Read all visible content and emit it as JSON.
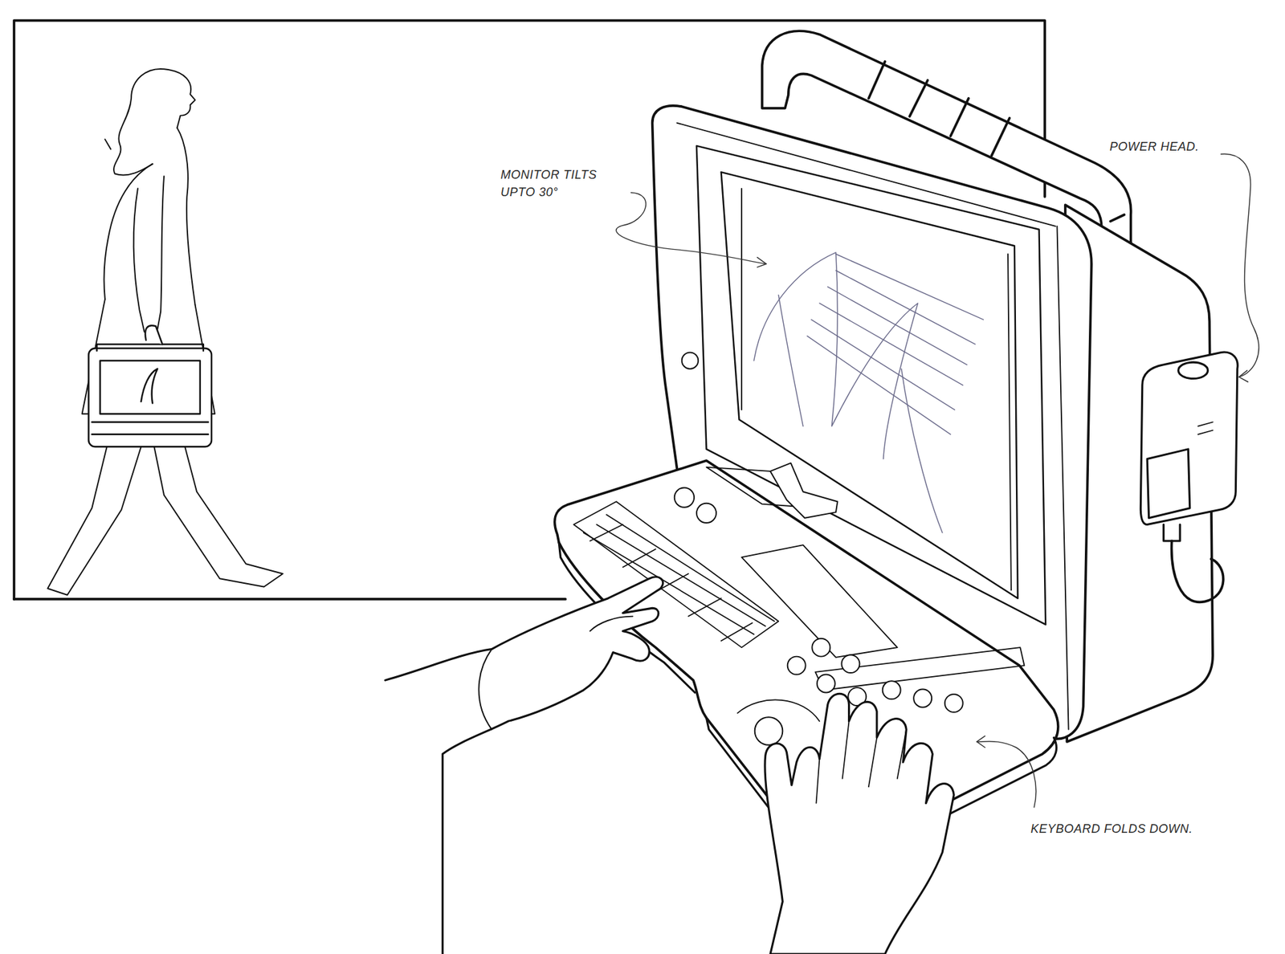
{
  "diagram": {
    "labels": [
      "MONITOR TILTS UPTO 30°",
      "POWER HEAD.",
      "KEYBOARD FOLDS DOWN."
    ]
  }
}
